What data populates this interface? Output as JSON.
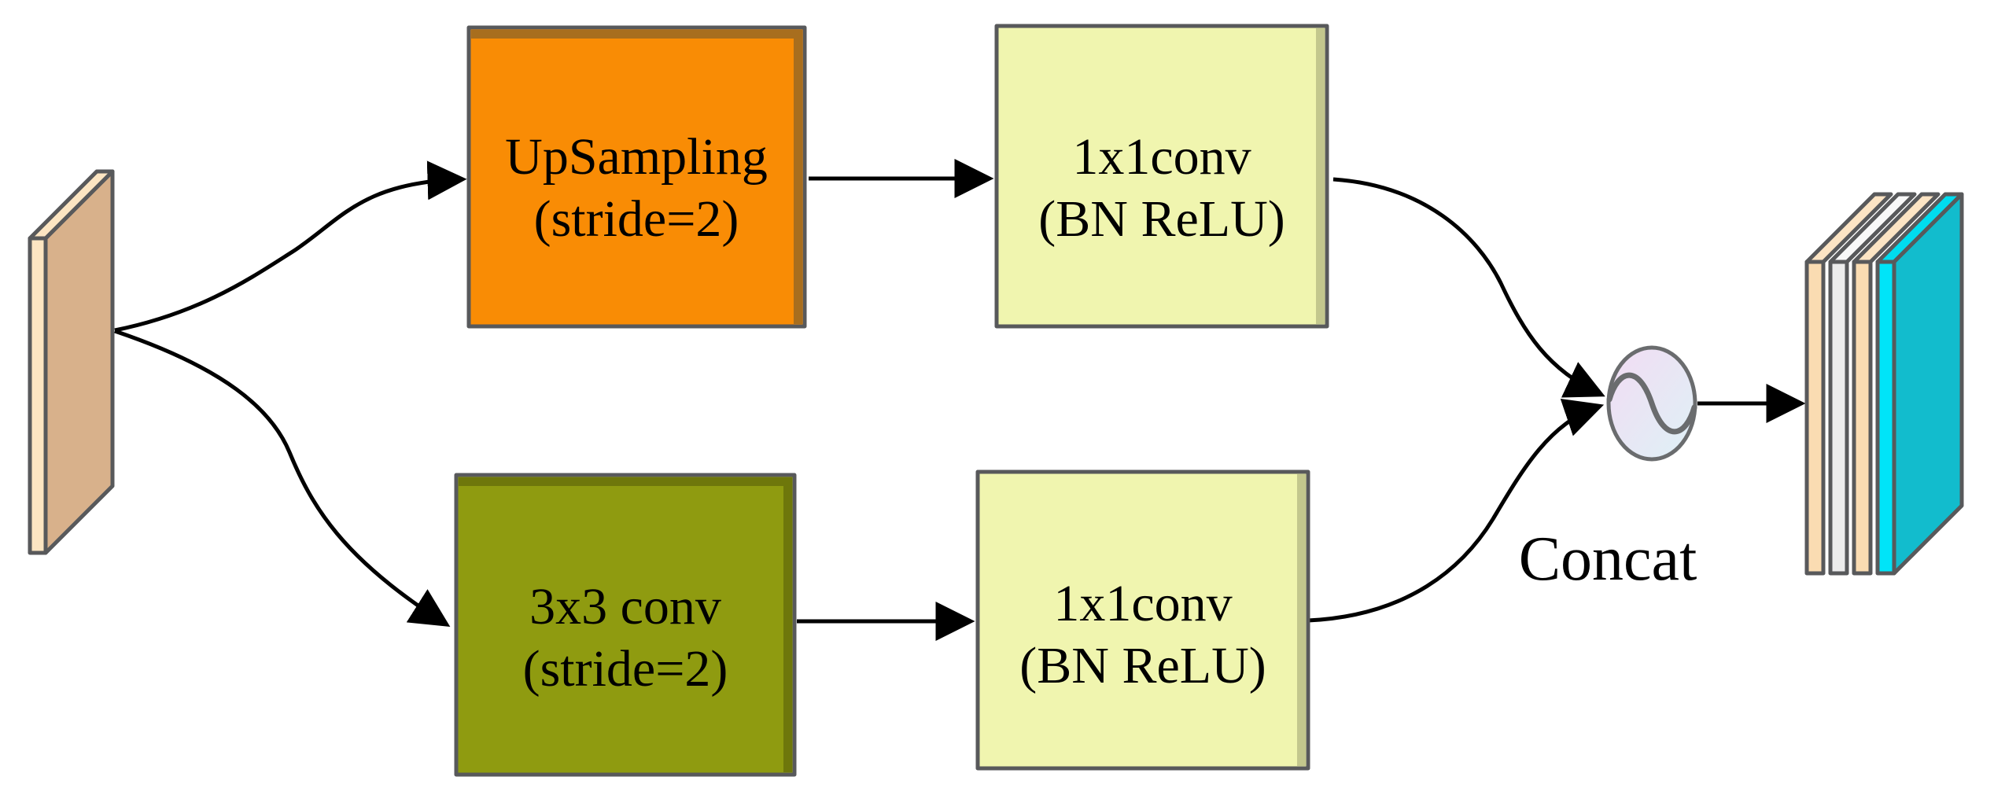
{
  "nodes": {
    "upsampling": {
      "line1": "UpSampling",
      "line2": "(stride=2)"
    },
    "conv1x1_top": {
      "line1": "1x1conv",
      "line2": "(BN ReLU)"
    },
    "conv3x3": {
      "line1": "3x3 conv",
      "line2": "(stride=2)"
    },
    "conv1x1_bottom": {
      "line1": "1x1conv",
      "line2": "(BN ReLU)"
    },
    "concat": {
      "label": "Concat"
    }
  },
  "colors": {
    "box_orange": "#F98C05",
    "box_orange_bevel": "#A86E1E",
    "box_yellow": "#F0F5AF",
    "box_yellow_bevel": "#C3C78D",
    "box_olive": "#8F9B10",
    "box_olive_bevel": "#6E770B",
    "slab_cream": "#FCE5C2",
    "slab_tan": "#D8B18B",
    "stack_peach": "#FADCB2",
    "stack_peach_top": "#FCE4C4",
    "stack_white": "#ECECEC",
    "stack_white_top": "#F8F8F8",
    "stack_cyan": "#00E4F8",
    "stack_cyan_top": "#00DCEF",
    "stack_cyan_side": "#12BCCD",
    "arrow_black": "#000000",
    "concat_grad_start": "#F2DCF3",
    "concat_grad_end": "#DEF1F6"
  }
}
